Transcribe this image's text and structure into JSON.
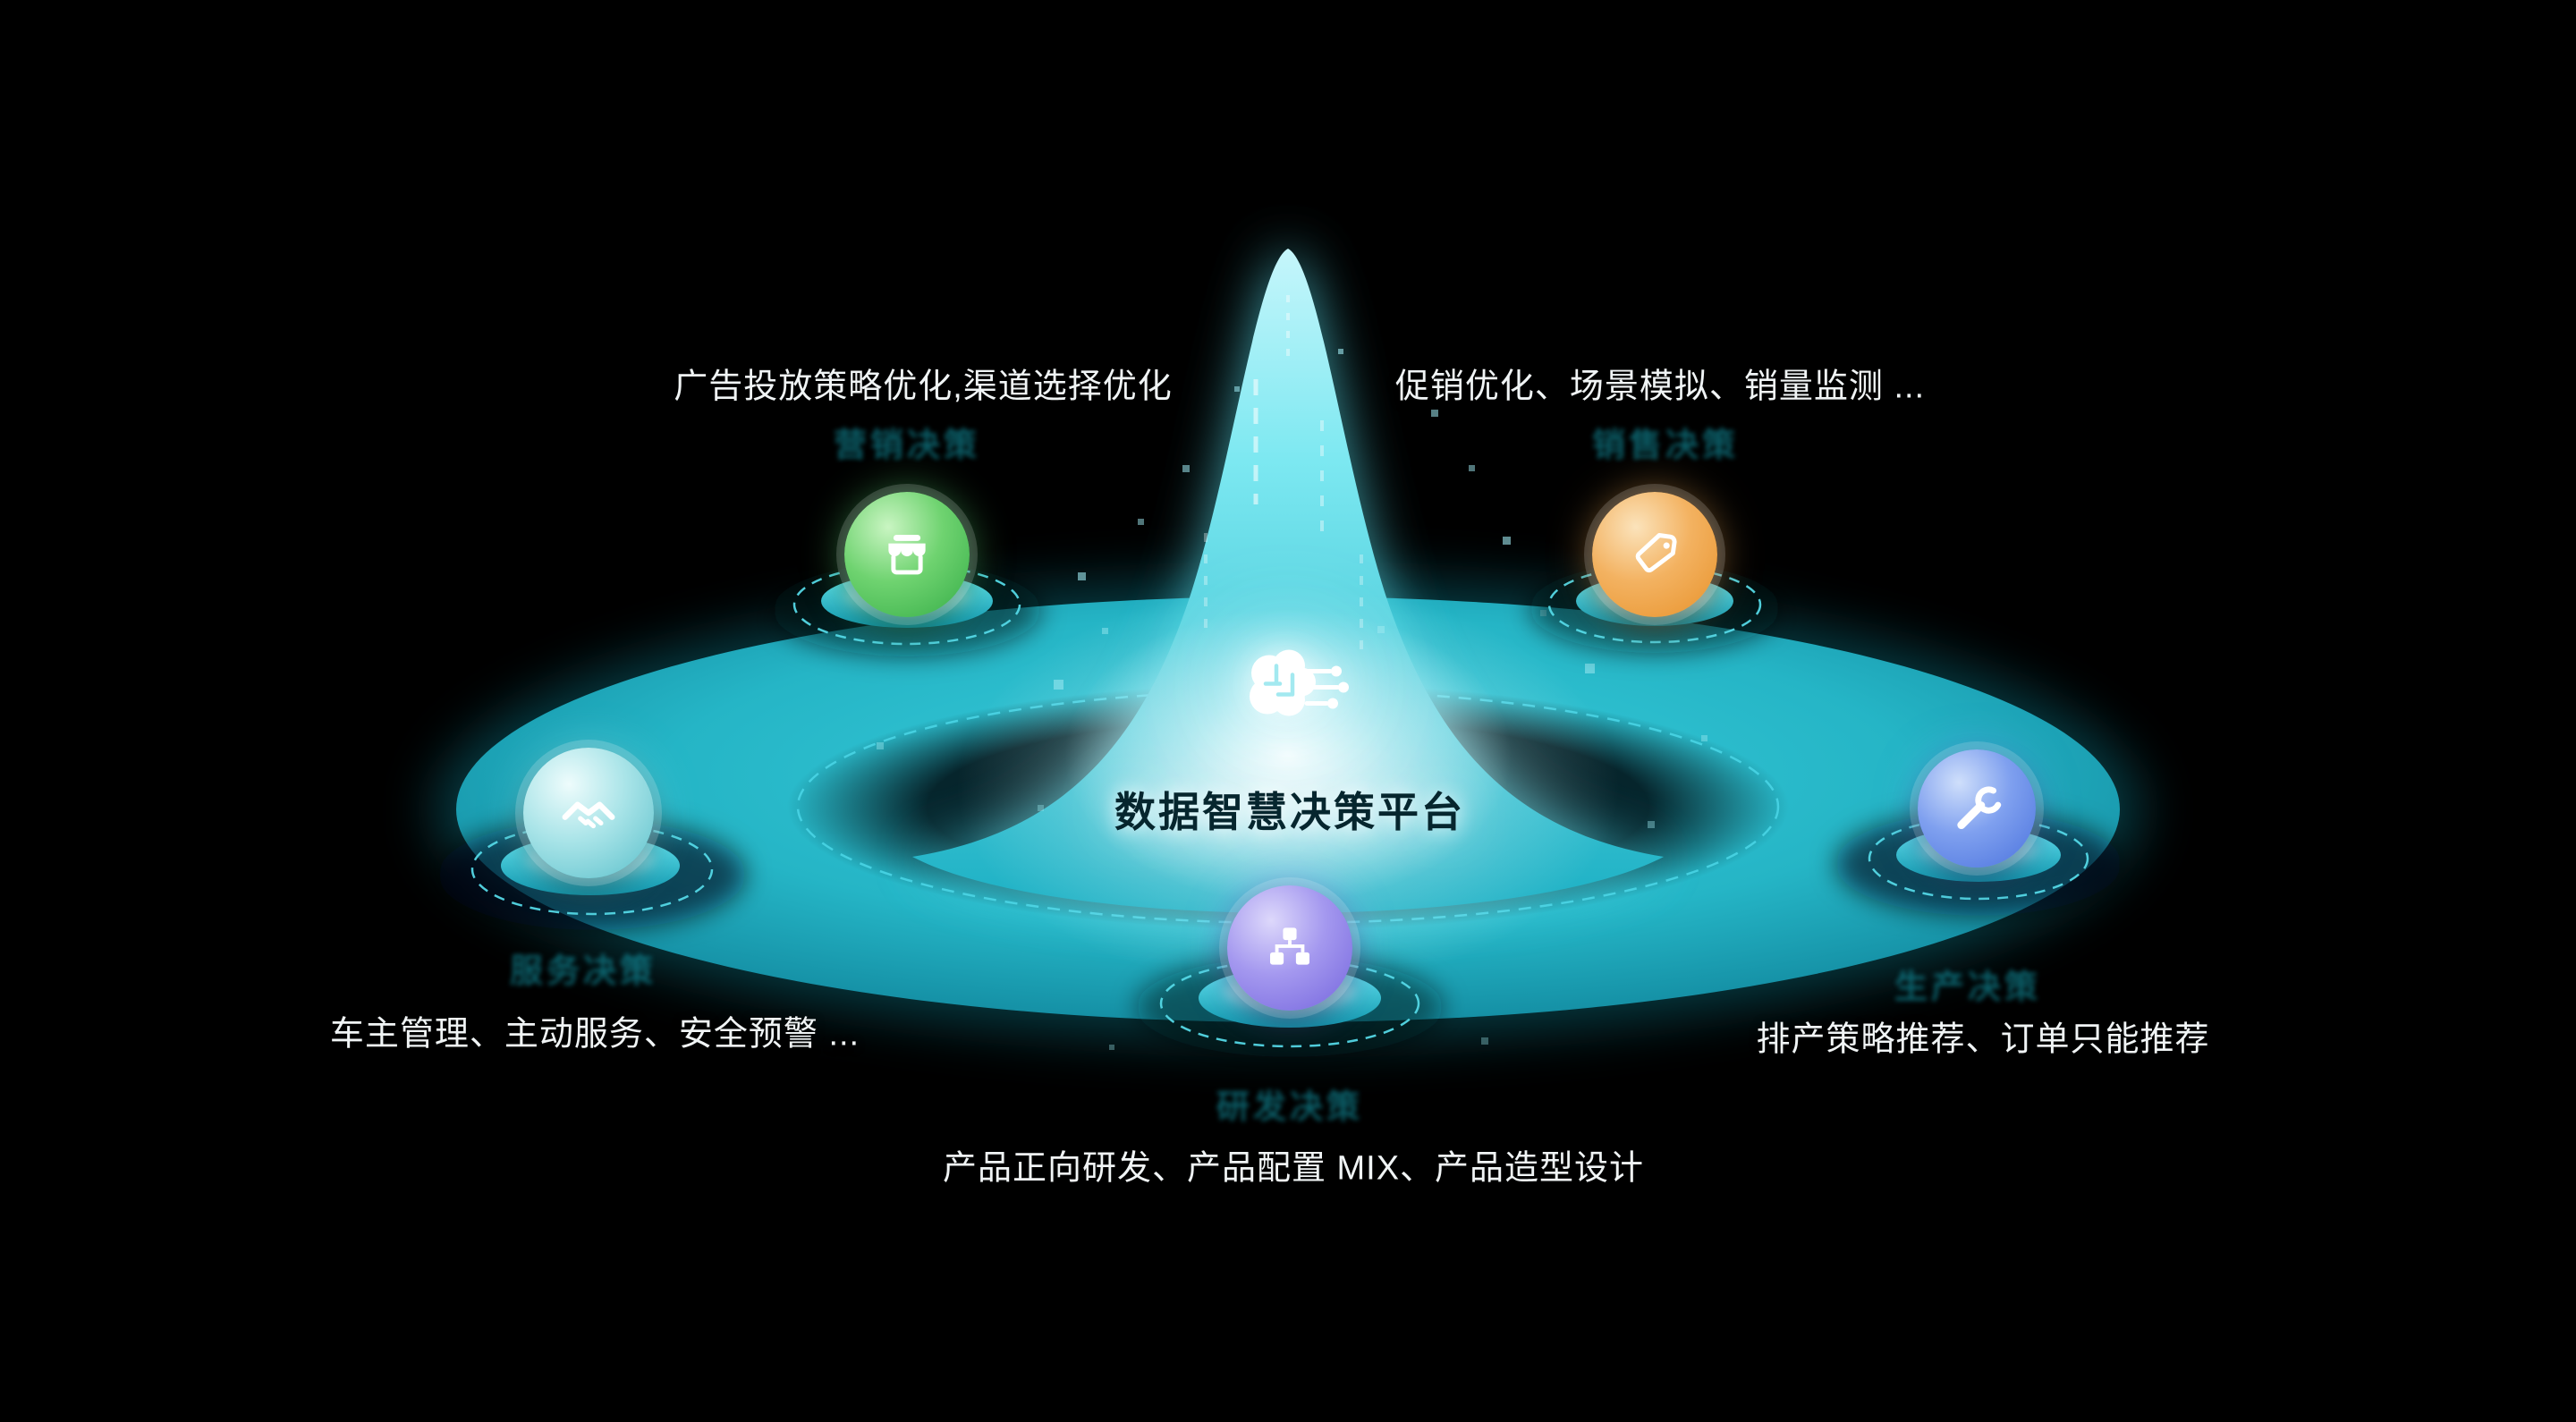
{
  "center": {
    "title": "数据智慧决策平台",
    "icon": "brain-circuit-icon"
  },
  "nodes": {
    "marketing": {
      "label": "营销决策",
      "desc": "广告投放策略优化,渠道选择优化",
      "icon": "storefront-icon"
    },
    "sales": {
      "label": "销售决策",
      "desc": "促销优化、场景模拟、销量监测 ...",
      "icon": "price-tag-icon"
    },
    "service": {
      "label": "服务决策",
      "desc": "车主管理、主动服务、安全预警 ...",
      "icon": "handshake-icon"
    },
    "production": {
      "label": "生产决策",
      "desc": "排产策略推荐、订单只能推荐",
      "icon": "wrench-icon"
    },
    "rnd": {
      "label": "研发决策",
      "desc": "产品正向研发、产品配置 MIX、产品造型设计",
      "icon": "sitemap-icon"
    }
  },
  "colors": {
    "background": "#000000",
    "platform_teal": "#23b5c6",
    "mountain_highlight": "#7ce8f1",
    "dashed_ring": "#49d4e4",
    "marketing_green": "#3cb54a",
    "sales_orange": "#ec9b35",
    "service_teal": "#5cc5cf",
    "production_blue": "#4a78e0",
    "rnd_purple": "#7d6fe3",
    "title_text": "#06262e",
    "desc_text": "#f0f4f5"
  }
}
